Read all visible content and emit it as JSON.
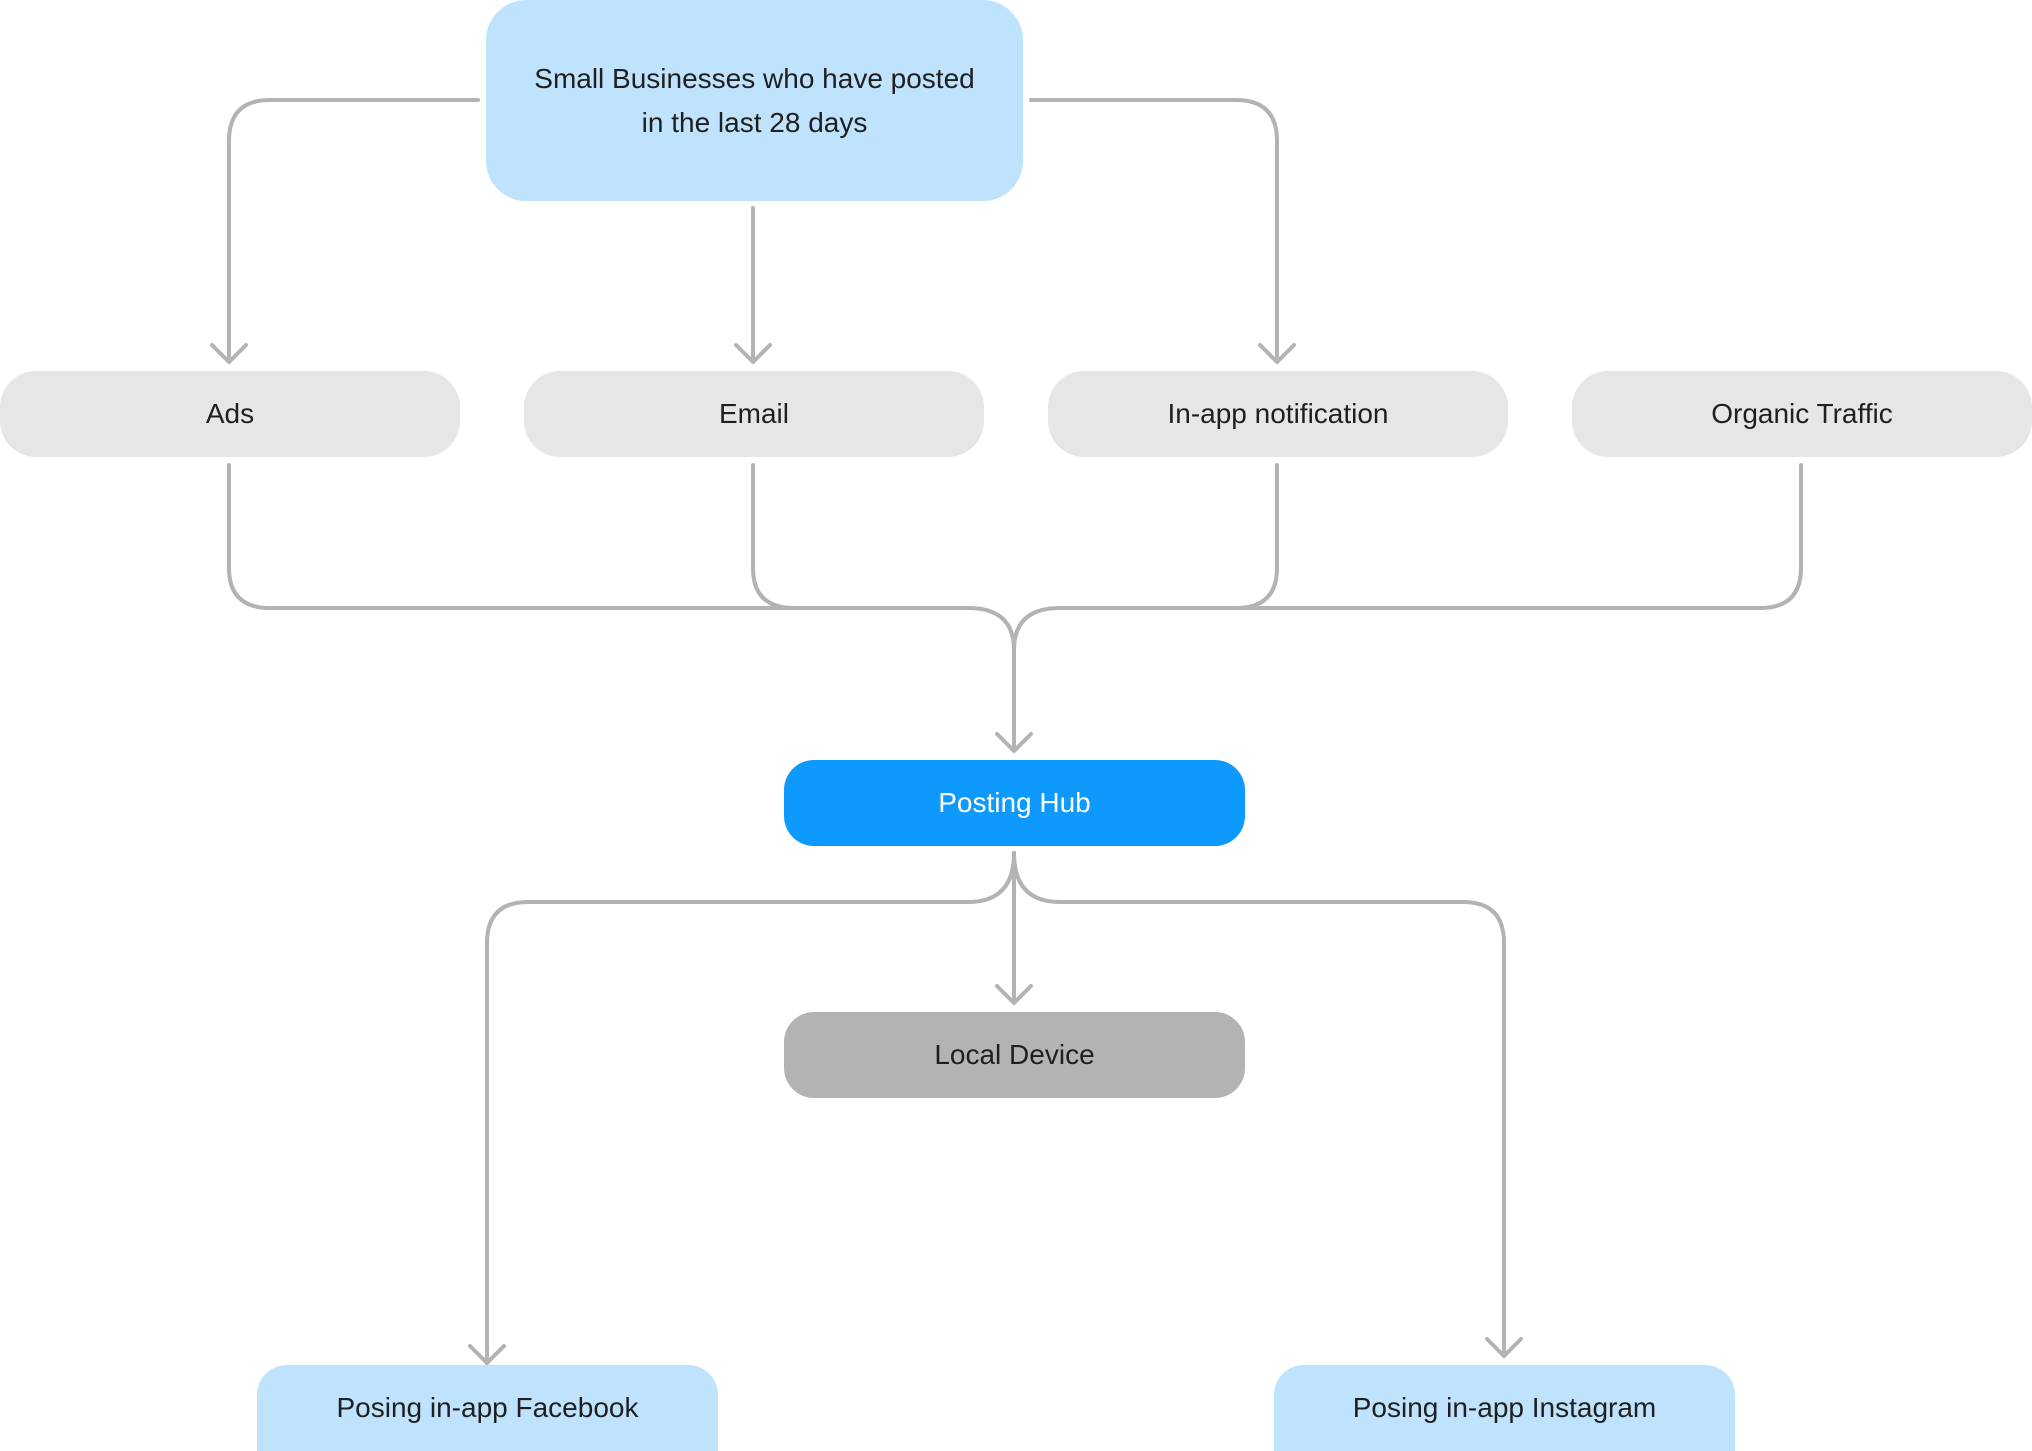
{
  "diagram": {
    "nodes": {
      "root": "Small Businesses who have posted in the last 28 days",
      "ads": "Ads",
      "email": "Email",
      "inapp": "In-app notification",
      "organic": "Organic Traffic",
      "hub": "Posting Hub",
      "local": "Local Device",
      "facebook": "Posing in-app Facebook",
      "instagram": "Posing in-app Instagram"
    },
    "edges": [
      {
        "from": "root",
        "to": "ads"
      },
      {
        "from": "root",
        "to": "email"
      },
      {
        "from": "root",
        "to": "inapp"
      },
      {
        "from": "ads",
        "to": "hub"
      },
      {
        "from": "email",
        "to": "hub"
      },
      {
        "from": "inapp",
        "to": "hub"
      },
      {
        "from": "organic",
        "to": "hub"
      },
      {
        "from": "hub",
        "to": "local"
      },
      {
        "from": "hub",
        "to": "facebook"
      },
      {
        "from": "hub",
        "to": "instagram"
      }
    ],
    "colors": {
      "connector": "#b3b3b3",
      "light_blue_node": "#bfe3fd",
      "gray_node": "#e6e6e6",
      "hub_node": "#0d99fe",
      "hub_text": "#ffffff",
      "local_node": "#b3b3b3",
      "text": "#1f1f1f"
    }
  }
}
